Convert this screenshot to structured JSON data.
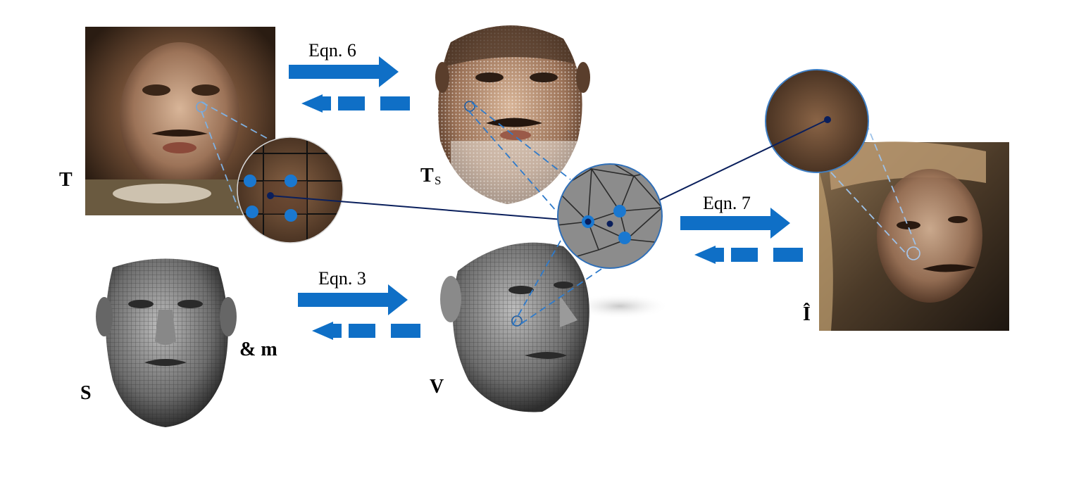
{
  "labels": {
    "texture": "T",
    "texture_sampled": "T",
    "texture_sampled_sub": "S",
    "shape": "S",
    "shape_extra": "& m",
    "vertices": "V",
    "rendered_image": "Î"
  },
  "equations": {
    "eq6": "Eqn. 6",
    "eq3": "Eqn. 3",
    "eq7": "Eqn. 7"
  },
  "colors": {
    "arrow": "#0f6fc6",
    "pointer": "#0a1f5c",
    "zoom_line": "#4a8fd0",
    "texture_dot": "#1a78d0"
  }
}
